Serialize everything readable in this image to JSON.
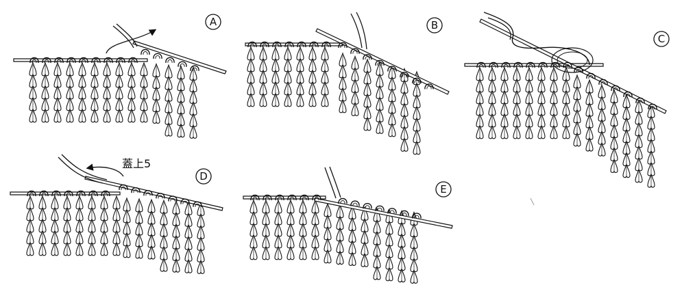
{
  "panels": [
    {
      "id": "A",
      "label": "A"
    },
    {
      "id": "B",
      "label": "B"
    },
    {
      "id": "C",
      "label": "C"
    },
    {
      "id": "D",
      "label": "D",
      "annotation": "蓋上5"
    },
    {
      "id": "E",
      "label": "E"
    }
  ],
  "colors": {
    "ink": "#111111",
    "paper": "#ffffff"
  }
}
